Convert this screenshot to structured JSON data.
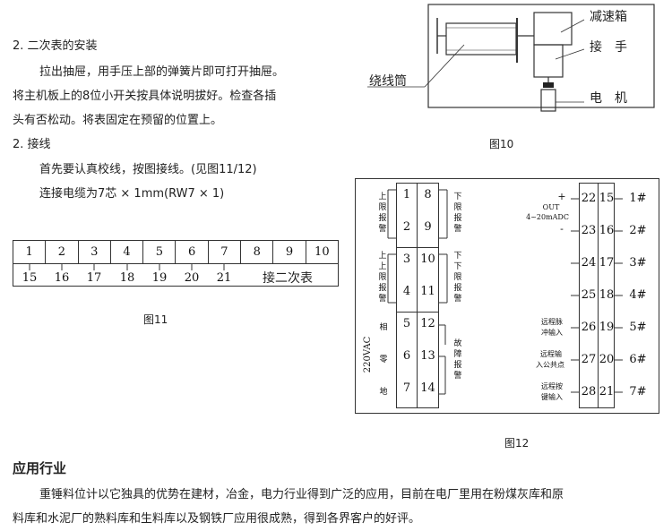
{
  "section_install": {
    "heading": "2.  二次表的安装",
    "p1_line1": "拉出抽屉，用手压上部的弹簧片即可打开抽屉。",
    "p1_line2": "将主机板上的8位小开关按具体说明拔好。检查各插",
    "p1_line3": "头有否松动。将表固定在预留的位置上。"
  },
  "section_wiring": {
    "heading": "2.  接线",
    "p1": "首先要认真校线，按图接线。(见图11/12)",
    "p2": "连接电缆为7芯 × 1mm(RW7 × 1)"
  },
  "fig10": {
    "caption": "图10",
    "label_gearbox": "减速箱",
    "label_joint": "接　手",
    "label_motor": "电　机",
    "label_drum": "绕线筒"
  },
  "fig11": {
    "caption": "图11",
    "top_terminals": [
      "1",
      "2",
      "3",
      "4",
      "5",
      "6",
      "7",
      "8",
      "9",
      "10"
    ],
    "bottom_numbers": [
      "15",
      "16",
      "17",
      "18",
      "19",
      "20",
      "21"
    ],
    "bottom_label": "接二次表"
  },
  "fig12": {
    "caption": "图12",
    "left_col_a": [
      "1",
      "2",
      "3",
      "4",
      "5",
      "6",
      "7"
    ],
    "left_col_b": [
      "8",
      "9",
      "10",
      "11",
      "12",
      "13",
      "14"
    ],
    "right_col_a": [
      "22",
      "23",
      "24",
      "25",
      "26",
      "27",
      "28"
    ],
    "right_col_b": [
      "15",
      "16",
      "17",
      "18",
      "19",
      "20",
      "21"
    ],
    "outputs": [
      "1#",
      "2#",
      "3#",
      "4#",
      "5#",
      "6#",
      "7#"
    ],
    "lbl_upper_limit_alarm": "上限报警",
    "lbl_upper_upper_limit_alarm": "上上限报警",
    "lbl_lower_limit_alarm": "下限报警",
    "lbl_lower_lower_limit_alarm": "下下限报警",
    "lbl_phase": "相",
    "lbl_neutral": "零",
    "lbl_ground": "地",
    "lbl_220vac": "220VAC",
    "lbl_fault_alarm": "故障报警",
    "lbl_out": "OUT",
    "lbl_out_range": "4~20mADC",
    "lbl_plus": "+",
    "lbl_minus": "-",
    "lbl_remote_pulse_1": "远程脉",
    "lbl_remote_pulse_2": "冲输入",
    "lbl_remote_common_1": "远程输",
    "lbl_remote_common_2": "入公共点",
    "lbl_remote_key_1": "远程按",
    "lbl_remote_key_2": "键输入"
  },
  "section_application": {
    "heading": "应用行业",
    "line1": "重锤料位计以它独具的优势在建材，冶金，电力行业得到广泛的应用，目前在电厂里用在粉煤灰库和原",
    "line2": "料库和水泥厂的熟料库和生料库以及钢铁厂应用很成熟，得到各界客户的好评。"
  }
}
